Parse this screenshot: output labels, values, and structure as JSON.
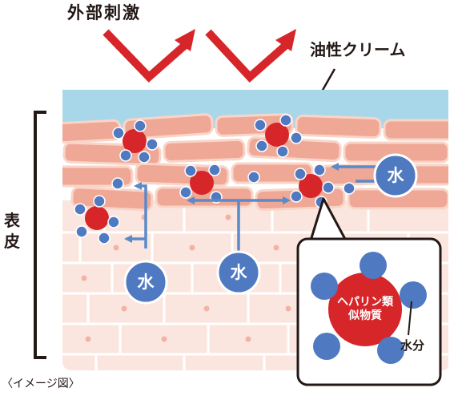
{
  "labels": {
    "external_stimulus": "外部刺激",
    "oily_cream": "油性クリーム",
    "epidermis": "表皮",
    "image_caption": "〈イメージ図〉"
  },
  "water_badge": "水",
  "zoom": {
    "molecule": "ヘパリン類似物質",
    "water": "水分"
  },
  "colors": {
    "cream_layer": "#a9d7ea",
    "skin_cell": "#efa796",
    "skin_cell_border": "#f9d5c8",
    "lower_skin": "#fbe6df",
    "heparinoid": "#d7262a",
    "water": "#4f79c0",
    "arrow_blue": "#5b8ac9",
    "stimulus_arrow": "#d7262a"
  },
  "icons": [
    "stimulus-arrow-icon",
    "water-arrow-icon",
    "pointer-line-icon",
    "epidermis-bracket-icon"
  ]
}
